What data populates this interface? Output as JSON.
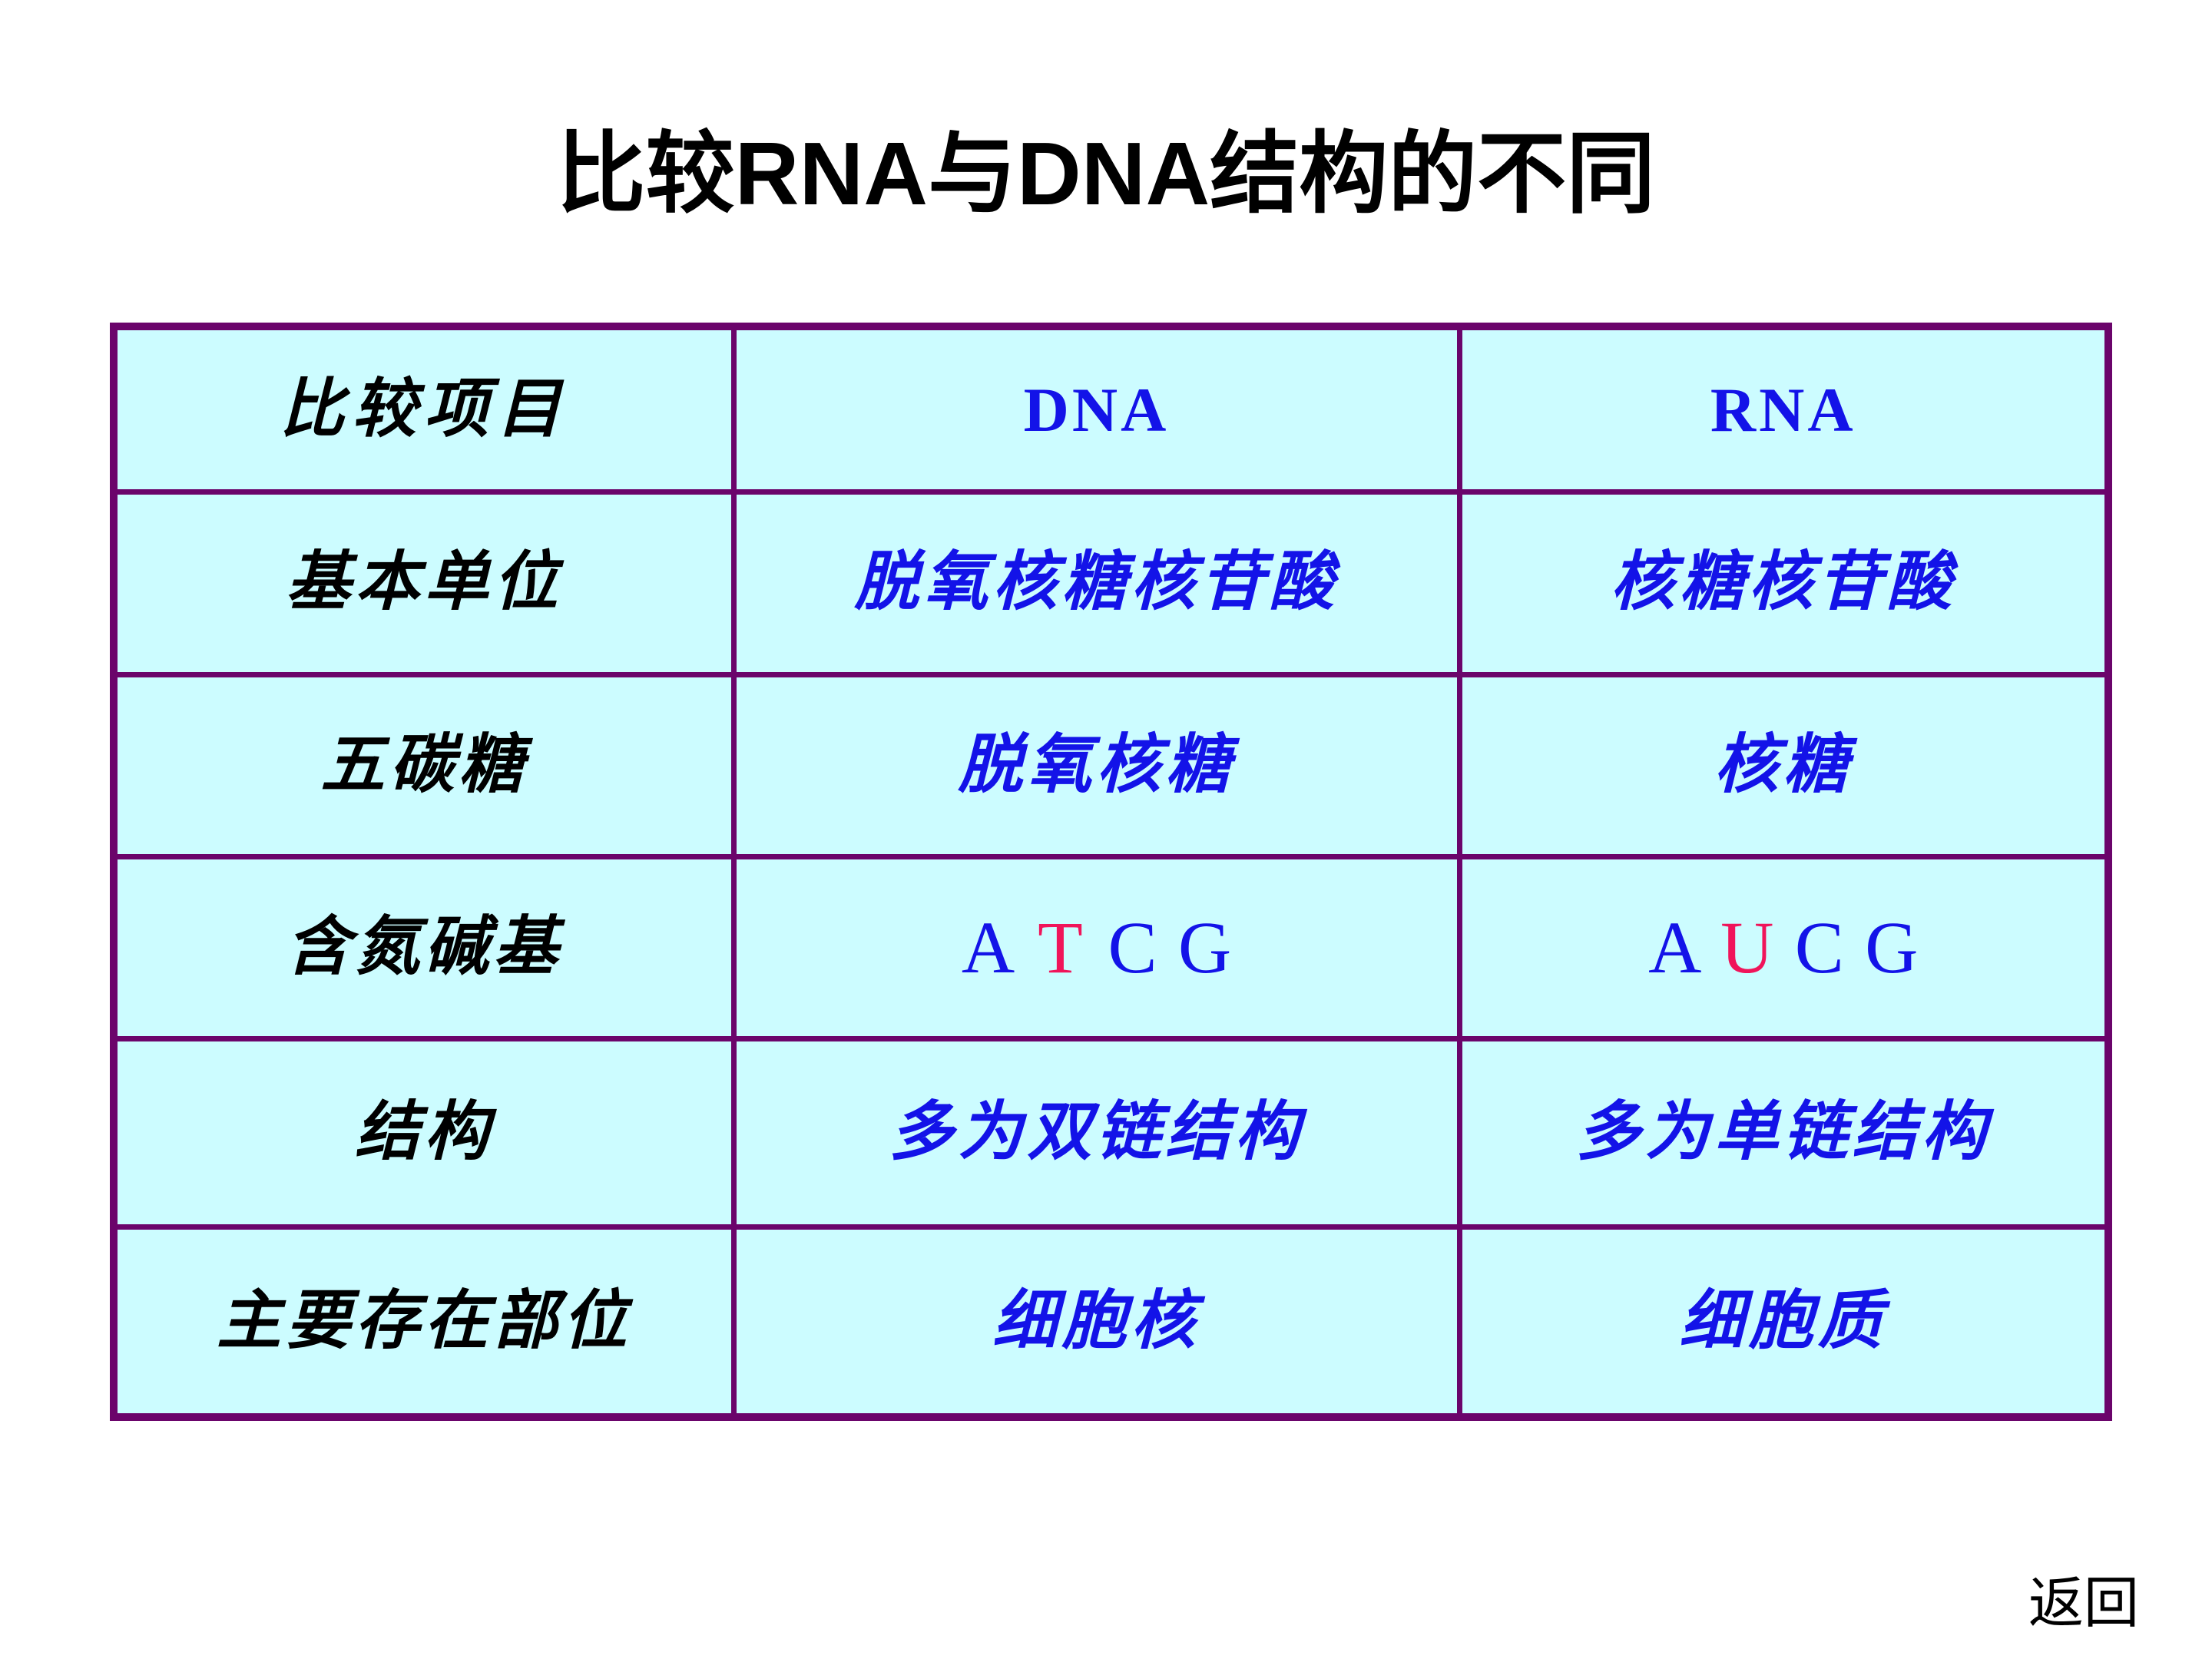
{
  "slide": {
    "title": "比较RNA与DNA结构的不同",
    "back_label": "返回"
  },
  "table": {
    "columns": [
      {
        "key": "item",
        "label": "比较项目"
      },
      {
        "key": "dna",
        "label": "DNA"
      },
      {
        "key": "rna",
        "label": "RNA"
      }
    ],
    "rows": [
      {
        "item": "基本单位",
        "dna": "脱氧核糖核苷酸",
        "rna": "核糖核苷酸"
      },
      {
        "item": "五碳糖",
        "dna": "脱氧核糖",
        "rna": "核糖"
      },
      {
        "item": "含氮碱基",
        "dna_bases": [
          "A",
          "T",
          "C",
          "G"
        ],
        "rna_bases": [
          "A",
          "U",
          "C",
          "G"
        ],
        "dna_accent_index": 1,
        "rna_accent_index": 1
      },
      {
        "item": "结构",
        "dna": "多为双链结构",
        "rna": "多为单链结构"
      },
      {
        "item": "主要存在部位",
        "dna": "细胞核",
        "rna": "细胞质"
      }
    ]
  },
  "colors": {
    "border": "#6B046B",
    "cell_background": "#CCFCFF",
    "value_text": "#1313E8",
    "item_text": "#000000",
    "accent_base": "#F0145A",
    "page_background": "#FFFFFF"
  },
  "bases_detail": {
    "dna_row": "A T C G",
    "rna_row": "A U C G",
    "dna_A": "A",
    "dna_T": "T",
    "dna_C": "C",
    "dna_G": "G",
    "rna_A": "A",
    "rna_U": "U",
    "rna_C": "C",
    "rna_G": "G"
  }
}
